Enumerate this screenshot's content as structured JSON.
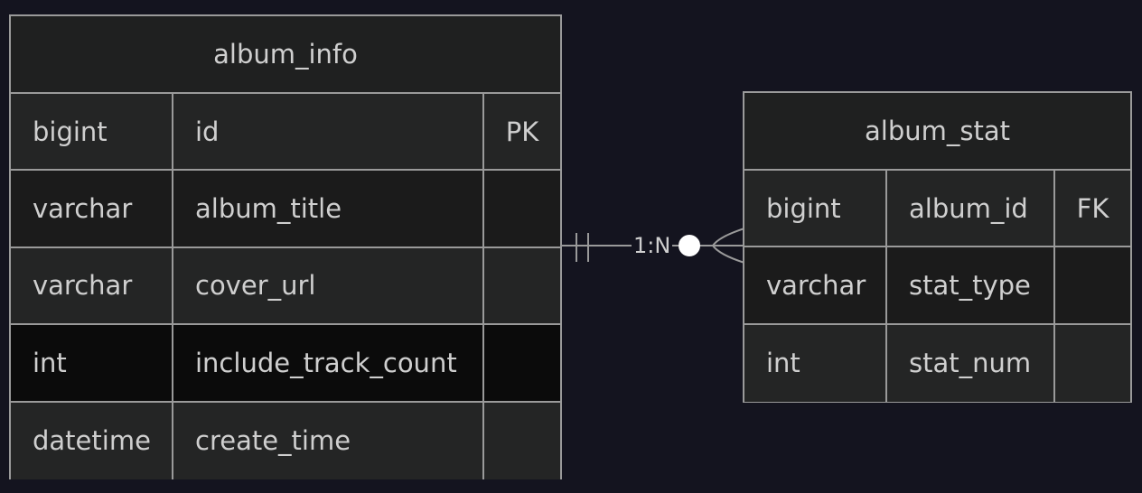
{
  "entities": [
    {
      "name": "album_info",
      "rows": [
        {
          "type": "bigint",
          "name": "id",
          "key": "PK"
        },
        {
          "type": "varchar",
          "name": "album_title",
          "key": ""
        },
        {
          "type": "varchar",
          "name": "cover_url",
          "key": ""
        },
        {
          "type": "int",
          "name": "include_track_count",
          "key": ""
        },
        {
          "type": "datetime",
          "name": "create_time",
          "key": ""
        }
      ]
    },
    {
      "name": "album_stat",
      "rows": [
        {
          "type": "bigint",
          "name": "album_id",
          "key": "FK"
        },
        {
          "type": "varchar",
          "name": "stat_type",
          "key": ""
        },
        {
          "type": "int",
          "name": "stat_num",
          "key": ""
        }
      ]
    }
  ],
  "relationship": {
    "label": "1:N",
    "from": "album_info",
    "to": "album_stat",
    "from_cardinality": "exactly-one",
    "to_cardinality": "zero-or-many"
  },
  "colors": {
    "background": "#14141f",
    "border": "#9a9a9a",
    "text": "#cfcfcf",
    "row_dark": "#1b1b1b",
    "row_light": "#242525",
    "row_highlight": "#0b0b0b",
    "title_bg": "#1f2020"
  }
}
